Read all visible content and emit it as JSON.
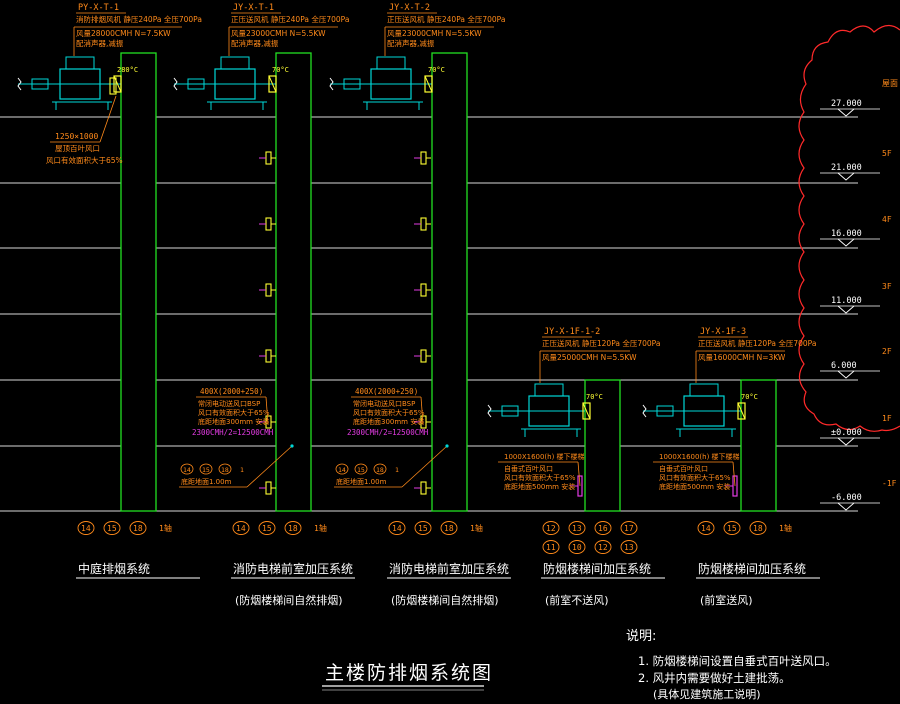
{
  "colors": {
    "background": "#000000",
    "floor_line": "#d8d8d8",
    "shaft": "#22e022",
    "annotation": "#ff8a1a",
    "leader": "#ff8a1a",
    "equipment": "#00d8d8",
    "valve": "#ffff33",
    "accessory": "#e23be2",
    "cloud": "#ff2a2a",
    "text_white": "#ffffff"
  },
  "drawing_title": "主楼防排烟系统图",
  "levels": [
    {
      "name": "",
      "elev": "27.000"
    },
    {
      "name": "5F",
      "elev": "21.000"
    },
    {
      "name": "4F",
      "elev": "16.000"
    },
    {
      "name": "3F",
      "elev": "11.000"
    },
    {
      "name": "2F",
      "elev": "6.000"
    },
    {
      "name": "1F",
      "elev": "±0.000"
    },
    {
      "name": "-1F",
      "elev": "-6.000"
    }
  ],
  "roof_label": "屋面",
  "fans": [
    {
      "tag": "PY-X-T-1",
      "line1": "消防排烟风机 静压240Pa 全压700Pa",
      "line2": "风量28000CMH N=7.5KW",
      "line3": "配消声器,减振",
      "valve": "280°C"
    },
    {
      "tag": "JY-X-T-1",
      "line1": "正压送风机 静压240Pa 全压700Pa",
      "line2": "风量23000CMH N=5.5KW",
      "line3": "配消声器,减振",
      "valve": "70°C"
    },
    {
      "tag": "JY-X-T-2",
      "line1": "正压送风机 静压240Pa 全压700Pa",
      "line2": "风量23000CMH N=5.5KW",
      "line3": "配消声器,减振",
      "valve": "70°C"
    },
    {
      "tag": "JY-X-1F-1-2",
      "line1": "正压送风机 静压120Pa 全压700Pa",
      "line2": "风量25000CMH N=5.5KW",
      "line3": "",
      "valve": "70°C"
    },
    {
      "tag": "JY-X-1F-3",
      "line1": "正压送风机 静压120Pa 全压700Pa",
      "line2": "风量16000CMH N=3KW",
      "line3": "",
      "valve": "70°C"
    }
  ],
  "roof_note": {
    "size": "1250×1000",
    "line1": "屋顶百叶风口",
    "line2": "风口有效面积大于65%"
  },
  "shaft_notes": [
    {
      "line1": "400X(2000+250)",
      "line2": "常闭电动送风口BSP",
      "line3": "风口有效面积大于65%",
      "line4": "底距地面300mm 安装",
      "line5": "2300CMH/2=12500CMH"
    },
    {
      "line1": "400X(2000+250)",
      "line2": "常闭电动送风口BSP",
      "line3": "风口有效面积大于65%",
      "line4": "底距地面300mm 安装",
      "line5": "2300CMH/2=12500CMH"
    }
  ],
  "lower_notes": [
    {
      "codes": [
        "14",
        "15",
        "18",
        "1"
      ],
      "line1": "底距地面1.00m"
    },
    {
      "codes": [
        "14",
        "15",
        "18",
        "1"
      ],
      "line1": "底距地面1.00m"
    }
  ],
  "grille_notes": [
    {
      "line1": "1000X1600(h) 楼下楼梯",
      "line2": "自垂式百叶风口",
      "line3": "风口有效面积大于65%",
      "line4": "底距地面500mm 安装"
    },
    {
      "line1": "1000X1600(h) 楼下楼梯",
      "line2": "自垂式百叶风口",
      "line3": "风口有效面积大于65%",
      "line4": "底距地面500mm 安装"
    }
  ],
  "systems": [
    {
      "codes": [
        "14",
        "15",
        "18",
        "1轴"
      ],
      "codes2": [],
      "title": "中庭排烟系统",
      "sub": ""
    },
    {
      "codes": [
        "14",
        "15",
        "18",
        "1轴"
      ],
      "codes2": [],
      "title": "消防电梯前室加压系统",
      "sub": "(防烟楼梯间自然排烟)"
    },
    {
      "codes": [
        "14",
        "15",
        "18",
        "1轴"
      ],
      "codes2": [],
      "title": "消防电梯前室加压系统",
      "sub": "(防烟楼梯间自然排烟)"
    },
    {
      "codes": [
        "12",
        "13",
        "16",
        "17"
      ],
      "codes2": [
        "11",
        "10",
        "12",
        "13"
      ],
      "title": "防烟楼梯间加压系统",
      "sub": "(前室不送风)"
    },
    {
      "codes": [
        "14",
        "15",
        "18",
        "1轴"
      ],
      "codes2": [],
      "title": "防烟楼梯间加压系统",
      "sub": "(前室送风)"
    }
  ],
  "notes_heading": "说明:",
  "notes": [
    "1. 防烟楼梯间设置自垂式百叶送风口。",
    "2. 风井内需要做好土建批荡。",
    "(具体见建筑施工说明)"
  ]
}
